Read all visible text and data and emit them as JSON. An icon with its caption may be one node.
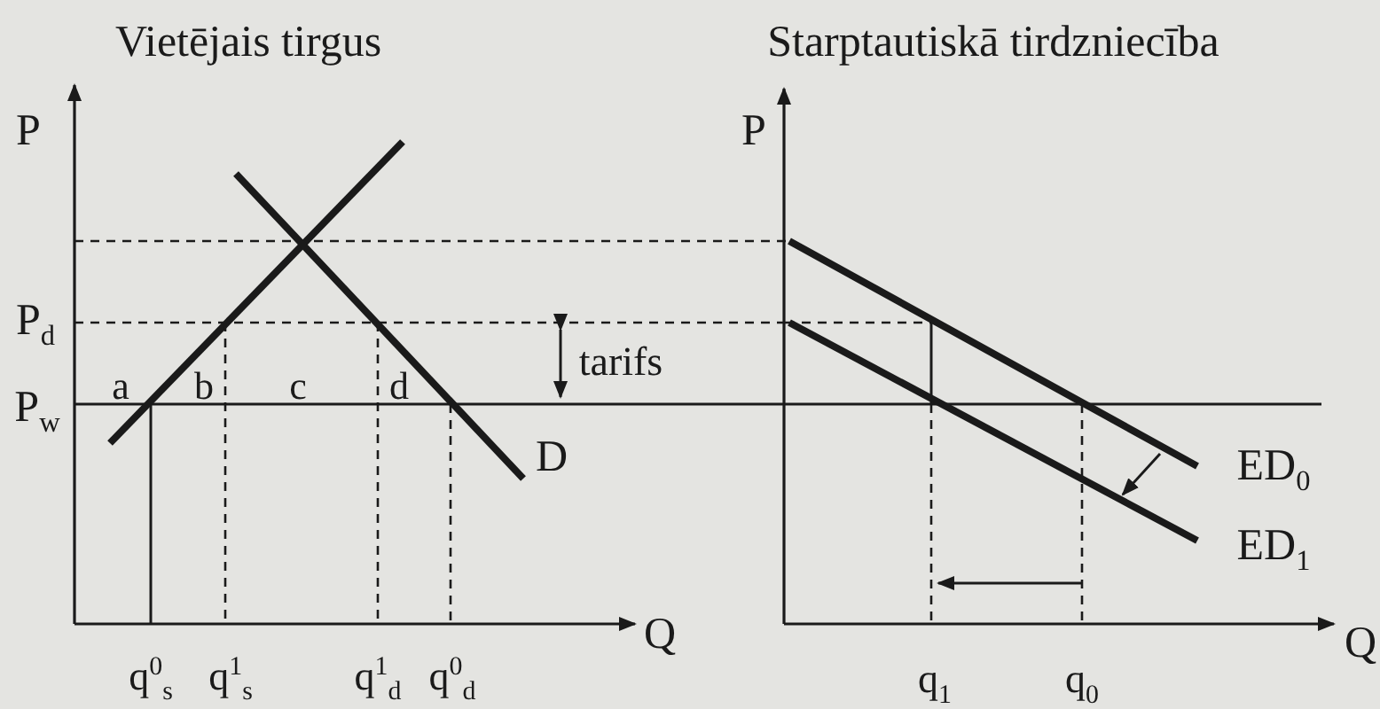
{
  "diagram": {
    "labels": [
      "Vietējais tirgus",
      "Starptautiskā tirdzniecība",
      "P",
      "P",
      "P$_{d}$",
      "tarifs",
      "a",
      "b",
      "c",
      "d",
      "P$_{w}$",
      "D",
      "ED$_{0}$",
      "ED$_{1}$",
      "Q",
      "Q",
      "q$^{0}$$_{s}$",
      "q$^{1}$$_{s}$",
      "q$^{1}$$_{d}$",
      "q$^{0}$$_{d}$",
      "q$_{1}$",
      "q$_{0}$"
    ]
  }
}
